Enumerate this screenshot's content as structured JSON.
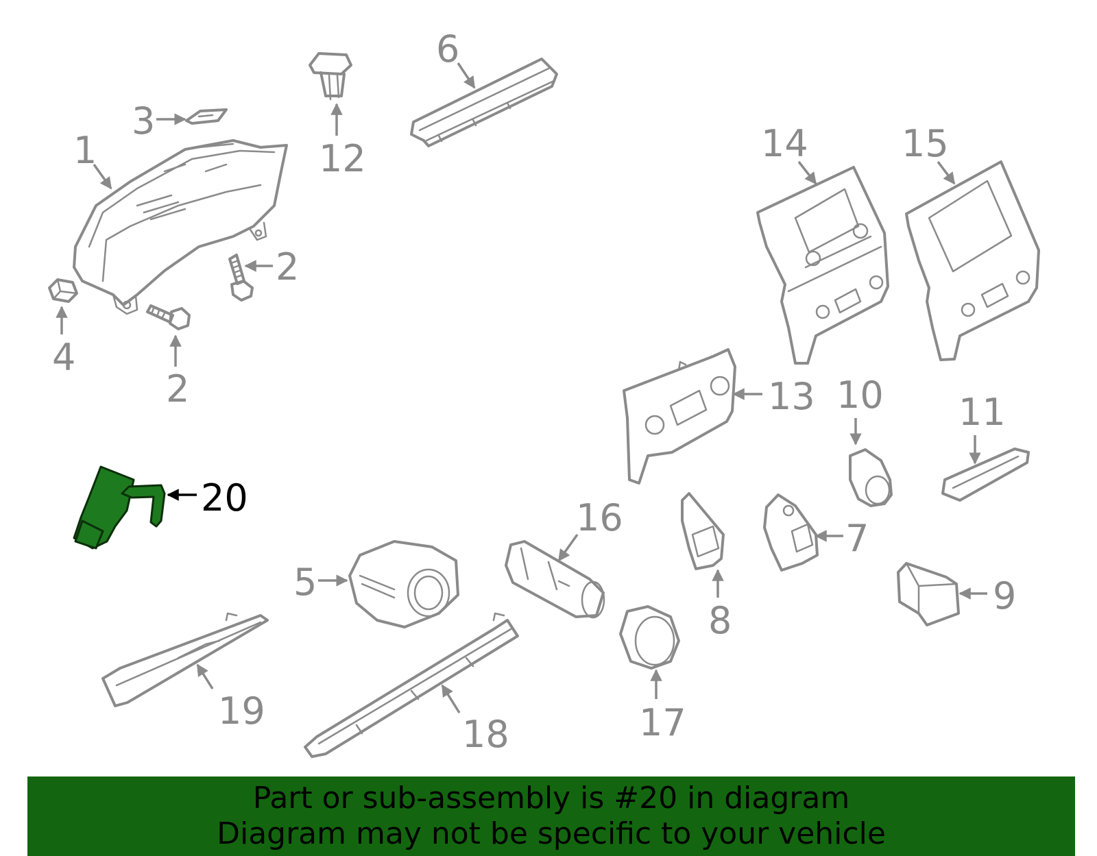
{
  "callouts": {
    "c1": "1",
    "c2a": "2",
    "c2b": "2",
    "c3": "3",
    "c4": "4",
    "c5": "5",
    "c6": "6",
    "c7": "7",
    "c8": "8",
    "c9": "9",
    "c10": "10",
    "c11": "11",
    "c12": "12",
    "c13": "13",
    "c14": "14",
    "c15": "15",
    "c16": "16",
    "c17": "17",
    "c18": "18",
    "c19": "19",
    "c20": "20"
  },
  "highlighted_part": "20",
  "colors": {
    "line_art": "#8a8a8a",
    "highlight_fill": "#1e7a1e",
    "banner_bg": "#13660f",
    "banner_text": "#000000"
  },
  "banner": {
    "line1": "Part or sub-assembly is #20 in diagram",
    "line2": "Diagram may not be specific to your vehicle"
  }
}
